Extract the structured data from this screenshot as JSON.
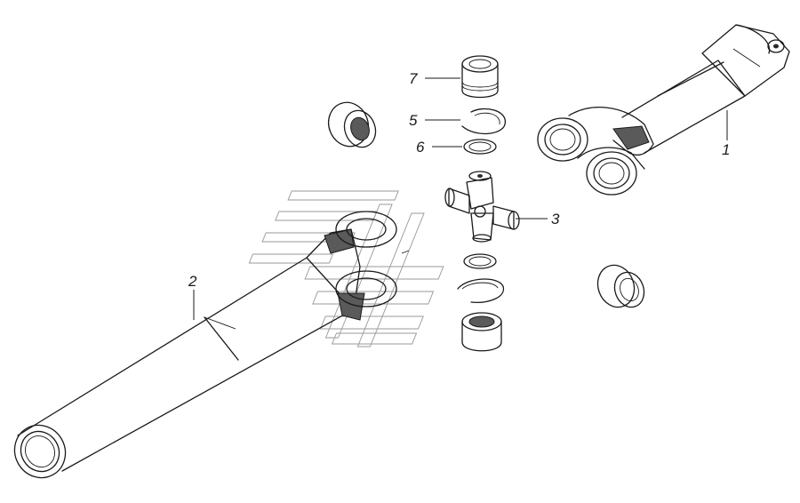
{
  "callouts": [
    {
      "id": "1",
      "label": "1"
    },
    {
      "id": "2",
      "label": "2"
    },
    {
      "id": "3",
      "label": "3"
    },
    {
      "id": "5",
      "label": "5"
    },
    {
      "id": "6",
      "label": "6"
    },
    {
      "id": "7",
      "label": "7"
    }
  ]
}
